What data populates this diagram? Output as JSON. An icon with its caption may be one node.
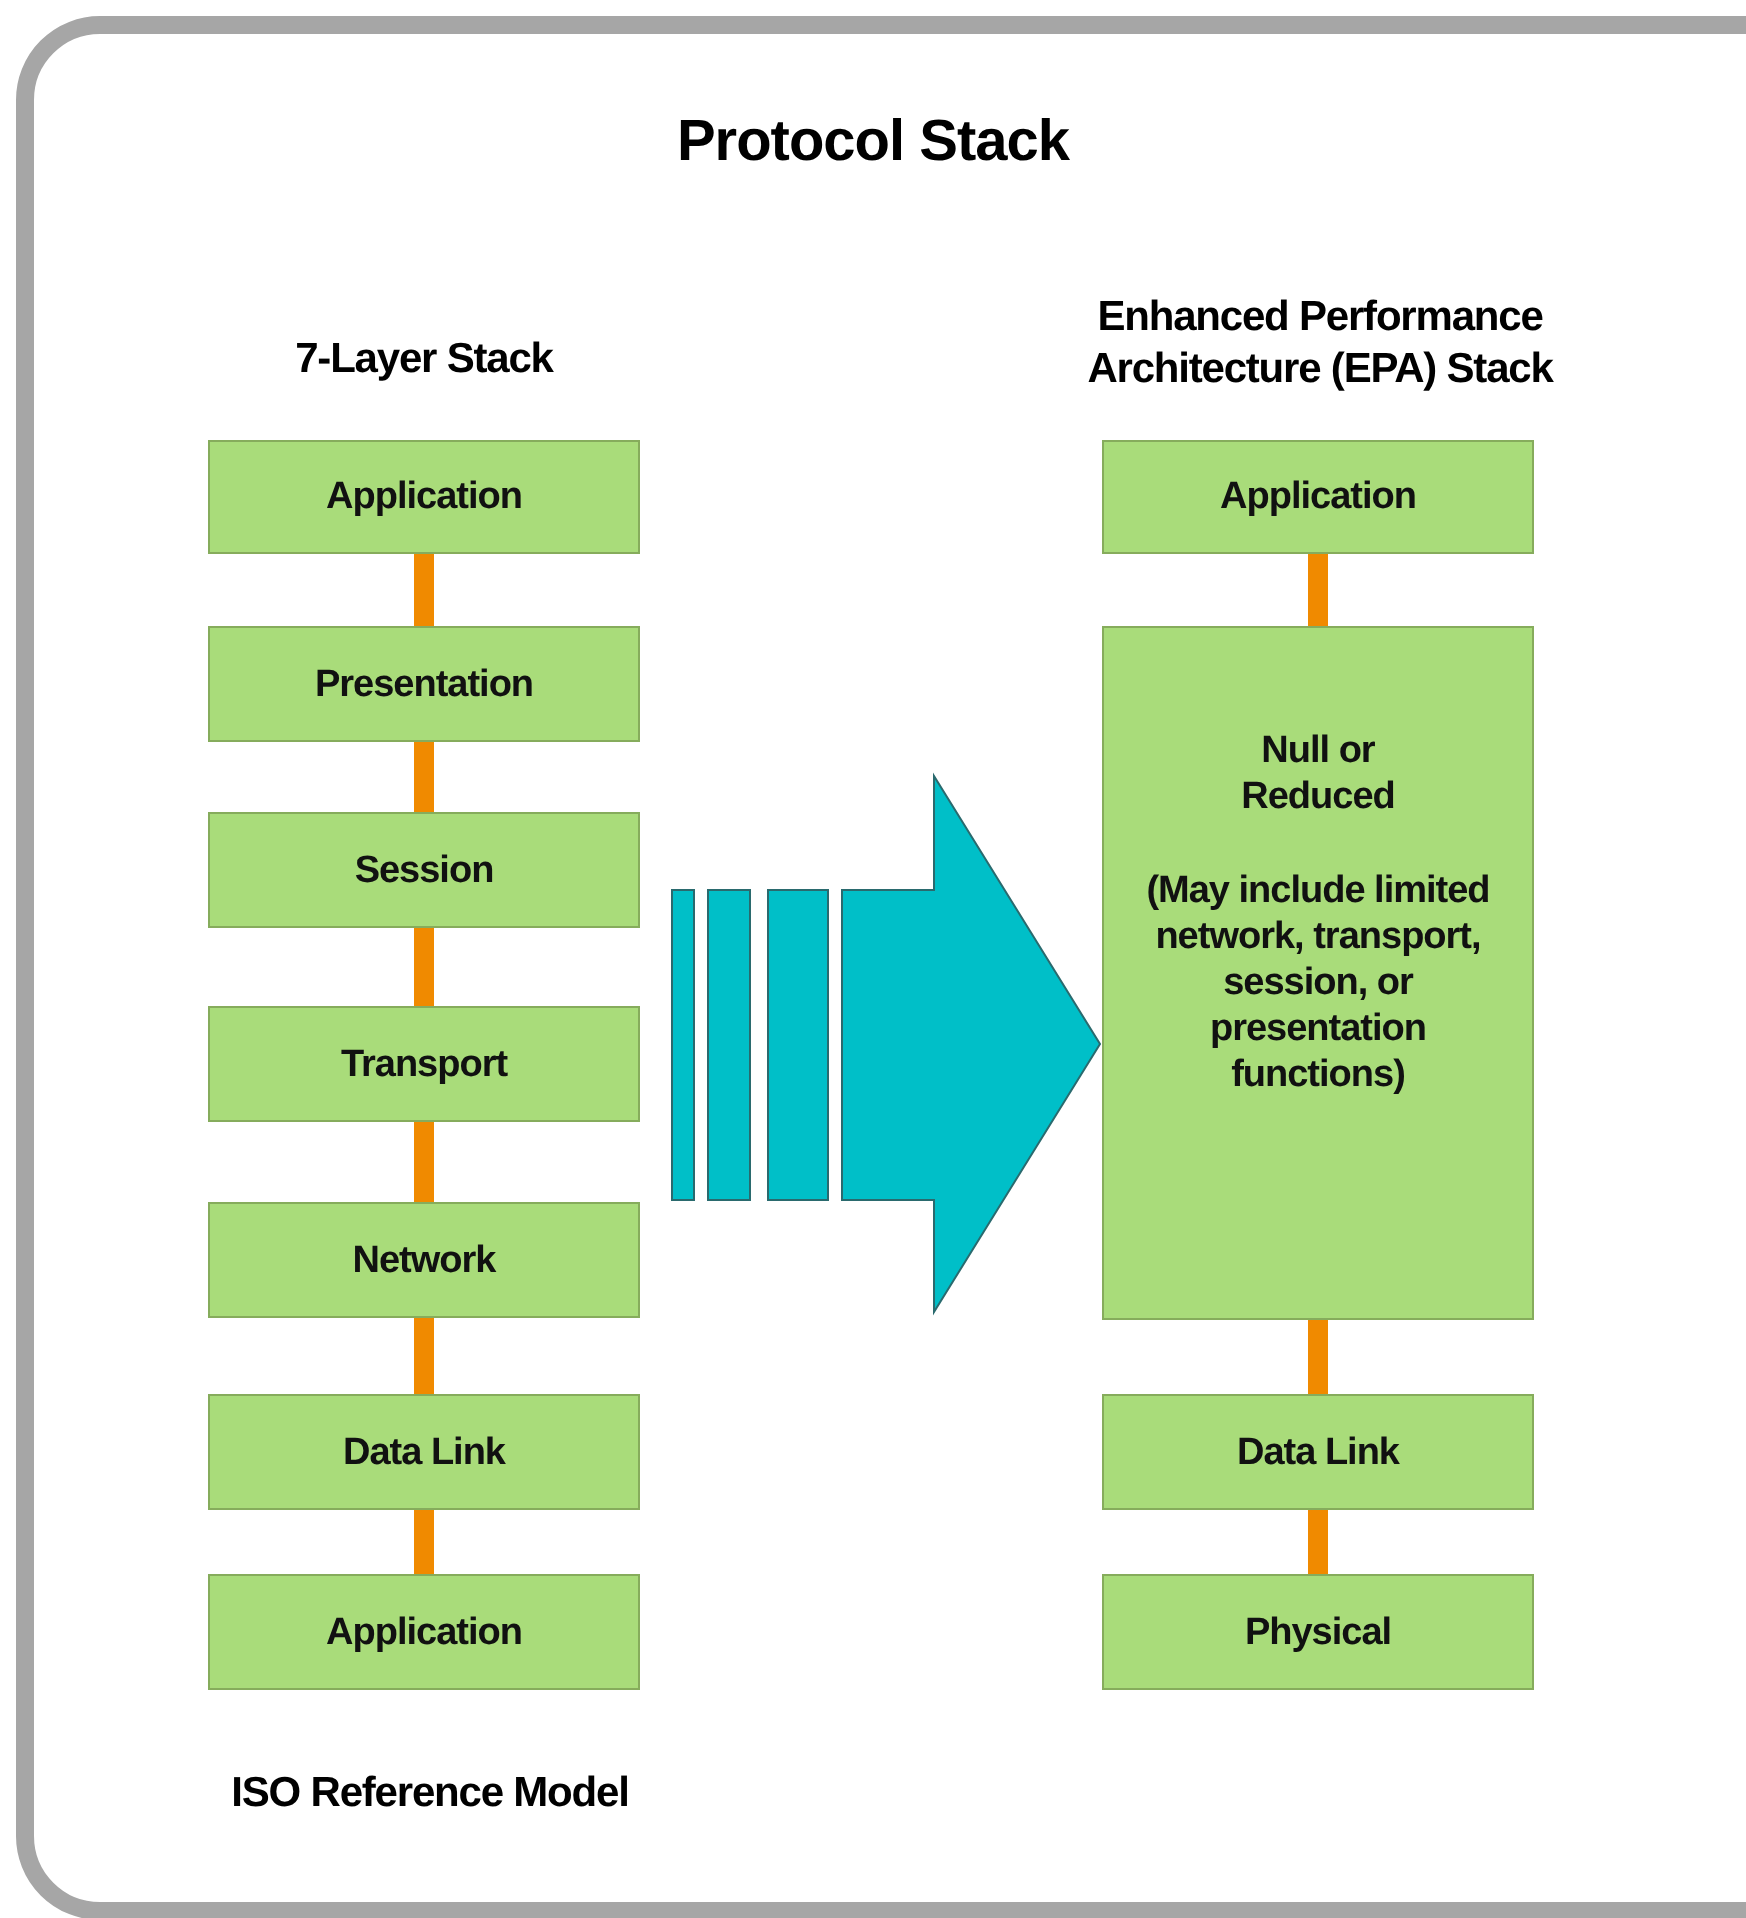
{
  "diagram": {
    "title": "Protocol Stack",
    "nodes": [
      {
        "text": [
          "Application"
        ]
      },
      {
        "text": [
          "Presentation"
        ]
      },
      {
        "text": [
          "Session"
        ]
      },
      {
        "text": [
          "Transport"
        ]
      },
      {
        "text": [
          "Network"
        ]
      },
      {
        "text": [
          "Data Link"
        ]
      },
      {
        "text": [
          "Application"
        ]
      },
      {
        "text": [
          "Application"
        ]
      },
      {
        "text": [
          "Null or Reduced",
          "(May include limited network, transport, session, or presentation functions)"
        ]
      },
      {
        "text": [
          "Data Link"
        ]
      },
      {
        "text": [
          "Physical"
        ]
      }
    ],
    "edges": [
      {
        "from": 0,
        "to": 1,
        "arrow": "none"
      },
      {
        "from": 1,
        "to": 2,
        "arrow": "none"
      },
      {
        "from": 2,
        "to": 3,
        "arrow": "none"
      },
      {
        "from": 3,
        "to": 4,
        "arrow": "none"
      },
      {
        "from": 4,
        "to": 5,
        "arrow": "none"
      },
      {
        "from": 5,
        "to": 6,
        "arrow": "none"
      },
      {
        "from": 7,
        "to": 8,
        "arrow": "none"
      },
      {
        "from": 8,
        "to": 9,
        "arrow": "none"
      },
      {
        "from": 9,
        "to": 10,
        "arrow": "none"
      },
      {
        "from": null,
        "to": 8,
        "arrow": "to",
        "style": "thick",
        "color": "#00bfc8"
      }
    ],
    "labels": [
      "7-Layer Stack",
      "Enhanced Performance Architecture (EPA) Stack",
      "ISO Reference Model"
    ]
  }
}
